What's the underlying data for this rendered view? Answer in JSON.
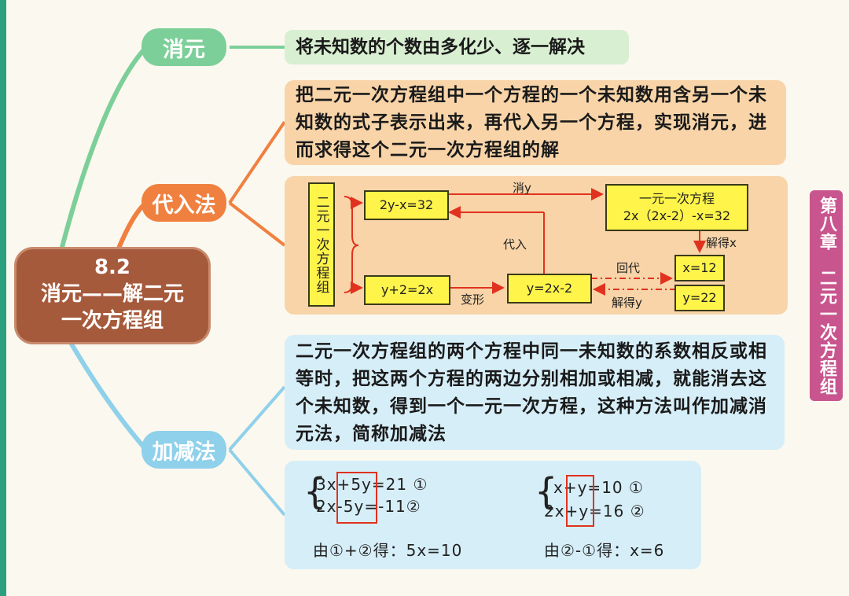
{
  "center": {
    "number": "8.2",
    "line1": "消元——解二元",
    "line2": "一次方程组"
  },
  "side_tab": "第八章　二元一次方程组",
  "branches": {
    "elimination": {
      "label": "消元",
      "description": "将未知数的个数由多化少、逐一解决"
    },
    "substitution": {
      "label": "代入法",
      "description": "把二元一次方程组中一个方程的一个未知数用含另一个未知数的式子表示出来，再代入另一个方程，实现消元，进而求得这个二元一次方程组的解",
      "flow": {
        "system_label": "二元一次方程组",
        "eq1": "2y-x=32",
        "eq2": "y+2=2x",
        "transformed": "y=2x-2",
        "single_var_title": "一元一次方程",
        "single_var_eq": "2x（2x-2）-x=32",
        "x_result": "x=12",
        "y_result": "y=22",
        "arrow_eliminate_y": "消y",
        "arrow_substitute": "代入",
        "arrow_solve_x": "解得x",
        "arrow_back_substitute": "回代",
        "arrow_solve_y": "解得y",
        "arrow_transform": "变形"
      }
    },
    "addsub": {
      "label": "加减法",
      "description": "二元一次方程组的两个方程中同一未知数的系数相反或相等时，把这两个方程的两边分别相加或相减，就能消去这个未知数，得到一个一元一次方程，这种方法叫作加减消元法，简称加减法",
      "example1": {
        "eq1": "3x+5y=21 ①",
        "eq2": "2x-5y=-11②",
        "result": "由①+②得：5x=10"
      },
      "example2": {
        "eq1": "x+y=10 ①",
        "eq2": "2x+y=16 ②",
        "result": "由②-①得：x=6"
      }
    }
  },
  "colors": {
    "center": "#a65a3c",
    "elimination": "#7ccf98",
    "substitution": "#f08040",
    "addsub": "#8fd0ea",
    "tab": "#c8558e",
    "flow_box": "#fff44a",
    "highlight": "#e0321e"
  }
}
